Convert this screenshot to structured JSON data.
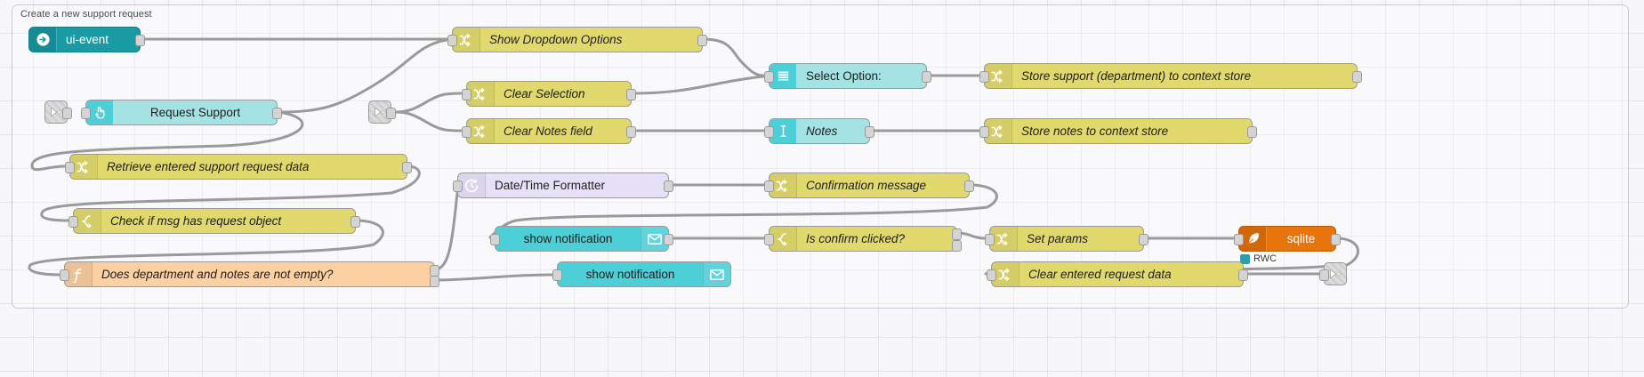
{
  "editor": {
    "app": "node-red-flow-editor",
    "group": {
      "label": "Create a new support request"
    },
    "colors": {
      "canvas_bg": "#f7f7fb",
      "grid": "#a0a0be",
      "wire": "#9a9a9a",
      "function_node": "#fdd0a2",
      "change_node": "#e2d96e",
      "switch_node": "#e2d96e",
      "ui_node": "#a4e2e4",
      "ui_node_strong": "#4ccfd6",
      "ui_event_node": "#1a9ba4",
      "moment_node": "#e6e0f8",
      "sqlite_node": "#e8740c",
      "status_rwc": "#2e9fa8"
    }
  },
  "nodes": [
    {
      "id": "ui-event",
      "label": "ui-event",
      "icon": "arrow-right-circle-icon",
      "type": "ui_event"
    },
    {
      "id": "request-support",
      "label": "Request Support",
      "icon": "pointer-hand-icon",
      "type": "ui_button"
    },
    {
      "id": "show-dropdown",
      "label": "Show Dropdown Options",
      "icon": "change-shuffle-icon",
      "type": "change"
    },
    {
      "id": "clear-selection",
      "label": "Clear Selection",
      "icon": "change-shuffle-icon",
      "type": "change"
    },
    {
      "id": "clear-notes",
      "label": "Clear Notes field",
      "icon": "change-shuffle-icon",
      "type": "change"
    },
    {
      "id": "select-option",
      "label": "Select Option:",
      "icon": "dropdown-list-icon",
      "type": "ui_dropdown"
    },
    {
      "id": "notes",
      "label": "Notes",
      "icon": "text-cursor-icon",
      "type": "ui_text_input"
    },
    {
      "id": "store-support",
      "label": "Store support (department) to context store",
      "icon": "change-shuffle-icon",
      "type": "change"
    },
    {
      "id": "store-notes",
      "label": "Store notes to context store",
      "icon": "change-shuffle-icon",
      "type": "change"
    },
    {
      "id": "retrieve-data",
      "label": "Retrieve entered support request data",
      "icon": "change-shuffle-icon",
      "type": "change"
    },
    {
      "id": "check-msg",
      "label": "Check if msg has request object",
      "icon": "switch-branch-icon",
      "type": "switch"
    },
    {
      "id": "dept-notes-empty",
      "label": "Does department and notes are not empty?",
      "icon": "function-f-icon",
      "type": "function"
    },
    {
      "id": "datetime",
      "label": "Date/Time Formatter",
      "icon": "clock-icon",
      "type": "moment"
    },
    {
      "id": "confirmation",
      "label": "Confirmation message",
      "icon": "change-shuffle-icon",
      "type": "change"
    },
    {
      "id": "notify-1",
      "label": "show notification",
      "icon": "envelope-icon",
      "type": "ui_toast"
    },
    {
      "id": "notify-2",
      "label": "show notification",
      "icon": "envelope-icon",
      "type": "ui_toast"
    },
    {
      "id": "is-confirm",
      "label": "Is confirm clicked?",
      "icon": "switch-branch-icon",
      "type": "switch"
    },
    {
      "id": "set-params",
      "label": "Set params",
      "icon": "change-shuffle-icon",
      "type": "change"
    },
    {
      "id": "sqlite",
      "label": "sqlite",
      "icon": "feather-icon",
      "type": "sqlite"
    },
    {
      "id": "clear-request",
      "label": "Clear entered request data",
      "icon": "change-shuffle-icon",
      "type": "change"
    },
    {
      "id": "debug-out",
      "label": "",
      "icon": "debug-bug-icon",
      "type": "debug"
    }
  ],
  "status": [
    {
      "for": "sqlite",
      "text": "RWC",
      "shape": "database-icon",
      "color": "#2e9fa8"
    }
  ],
  "link_nodes": [
    {
      "id": "link-in-1",
      "icon": "link-in-icon"
    },
    {
      "id": "link-in-2",
      "icon": "link-in-icon"
    }
  ]
}
